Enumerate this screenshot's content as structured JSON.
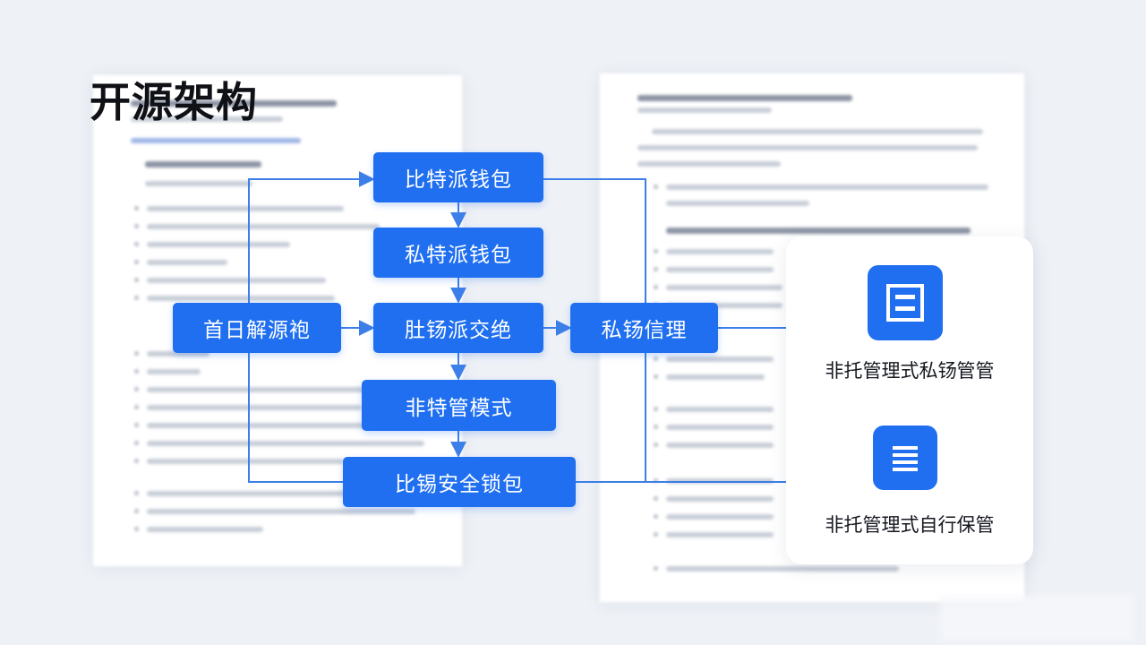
{
  "title": "开源架构",
  "flow": {
    "bitcoin_wallet": "比特派钱包",
    "private_wallet": "私特派钱包",
    "core": "肚钖派交绝",
    "source_input": "首日解源袍",
    "private_manage": "私钖信理",
    "non_custodial_mode": "非特管模式",
    "secure_wallet": "比锡安全锁包"
  },
  "outputs": {
    "item1": {
      "label": "非托管理式私钖管管",
      "icon": "panel-icon"
    },
    "item2": {
      "label": "非托管理式自行保管",
      "icon": "list-icon"
    }
  },
  "colors": {
    "accent": "#1f6ff0",
    "connector": "#3d7fe8",
    "background": "#eef1f6"
  }
}
